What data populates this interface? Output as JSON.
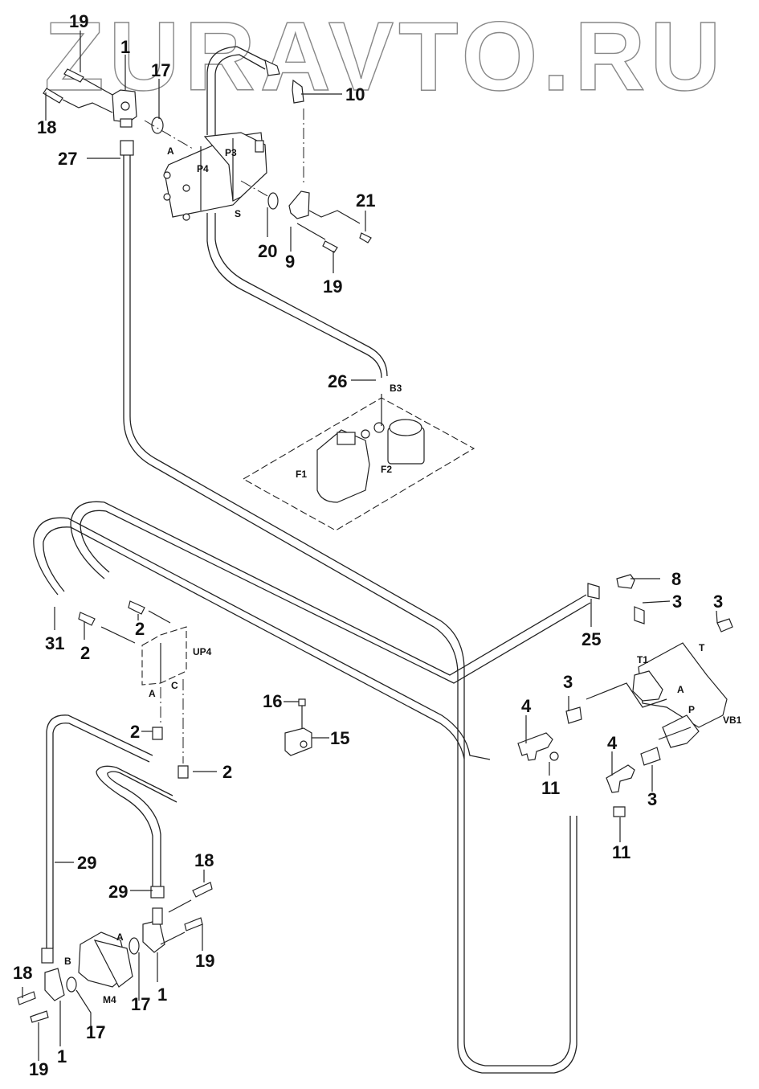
{
  "watermark": "ZURAVTO.RU",
  "callouts": [
    {
      "id": "c19a",
      "text": "19"
    },
    {
      "id": "c1a",
      "text": "1"
    },
    {
      "id": "c17a",
      "text": "17"
    },
    {
      "id": "c18a",
      "text": "18"
    },
    {
      "id": "c27",
      "text": "27"
    },
    {
      "id": "c10",
      "text": "10"
    },
    {
      "id": "c21",
      "text": "21"
    },
    {
      "id": "c20",
      "text": "20"
    },
    {
      "id": "c9",
      "text": "9"
    },
    {
      "id": "c19b",
      "text": "19"
    },
    {
      "id": "c26",
      "text": "26"
    },
    {
      "id": "c8",
      "text": "8"
    },
    {
      "id": "c3a",
      "text": "3"
    },
    {
      "id": "c3b",
      "text": "3"
    },
    {
      "id": "c25",
      "text": "25"
    },
    {
      "id": "c31",
      "text": "31"
    },
    {
      "id": "c2a",
      "text": "2"
    },
    {
      "id": "c2b",
      "text": "2"
    },
    {
      "id": "c16",
      "text": "16"
    },
    {
      "id": "c15",
      "text": "15"
    },
    {
      "id": "c3c",
      "text": "3"
    },
    {
      "id": "c4a",
      "text": "4"
    },
    {
      "id": "c4b",
      "text": "4"
    },
    {
      "id": "c2c",
      "text": "2"
    },
    {
      "id": "c11a",
      "text": "11"
    },
    {
      "id": "c3d",
      "text": "3"
    },
    {
      "id": "c2d",
      "text": "2"
    },
    {
      "id": "c11b",
      "text": "11"
    },
    {
      "id": "c29a",
      "text": "29"
    },
    {
      "id": "c18b",
      "text": "18"
    },
    {
      "id": "c29b",
      "text": "29"
    },
    {
      "id": "c19c",
      "text": "19"
    },
    {
      "id": "c18c",
      "text": "18"
    },
    {
      "id": "c17b",
      "text": "17"
    },
    {
      "id": "c1b",
      "text": "1"
    },
    {
      "id": "c17c",
      "text": "17"
    },
    {
      "id": "c19d",
      "text": "19"
    },
    {
      "id": "c1c",
      "text": "1"
    }
  ],
  "ports": {
    "pump_a": "A",
    "pump_p3": "P3",
    "pump_p4": "P4",
    "pump_s": "S",
    "b3": "B3",
    "f1": "F1",
    "f2": "F2",
    "up4": "UP4",
    "up4_a": "A",
    "up4_c": "C",
    "t1": "T1",
    "t": "T",
    "vb1": "VB1",
    "vb_a": "A",
    "vb_p": "P",
    "m4": "M4",
    "m4_a": "A",
    "m4_b": "B"
  }
}
